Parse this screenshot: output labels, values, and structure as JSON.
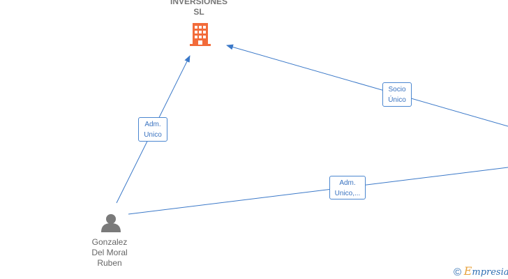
{
  "company": {
    "name_line1": "INVERSIONES",
    "name_line2": "SL"
  },
  "person": {
    "name_line1": "Gonzalez",
    "name_line2": "Del Moral",
    "name_line3": "Ruben"
  },
  "edges": [
    {
      "line1": "Adm.",
      "line2": "Unico"
    },
    {
      "line1": "Socio",
      "line2": "Único"
    },
    {
      "line1": "Adm.",
      "line2": "Unico,..."
    }
  ],
  "watermark": {
    "symbol": "©",
    "brand_initial": "E",
    "brand_rest": "mpresia"
  },
  "colors": {
    "edge": "#3a78c8",
    "company_icon": "#f26b3a",
    "person_icon": "#7a7a7a"
  }
}
